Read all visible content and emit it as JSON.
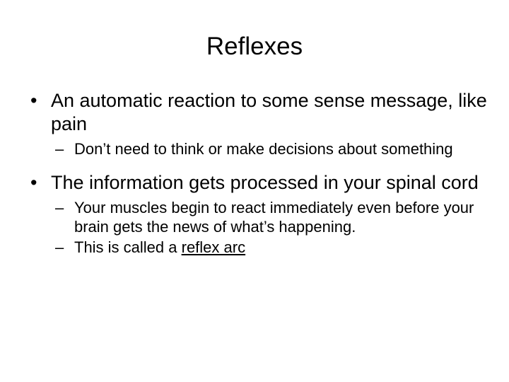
{
  "slide": {
    "title": "Reflexes",
    "background_color": "#ffffff",
    "text_color": "#000000",
    "bullet_glyph_level1": "•",
    "bullet_glyph_level2": "–",
    "blocks": [
      {
        "level": 1,
        "text": "An automatic reaction to some sense message, like pain"
      },
      {
        "level": 2,
        "text": "Don’t need to think or make decisions about something"
      },
      {
        "level": 1,
        "text": "The information gets processed in your spinal cord"
      },
      {
        "level": 2,
        "text": "Your muscles begin to react immediately even before your brain gets the news of what’s happening."
      },
      {
        "level": 2,
        "text_before_underline": "This is called a ",
        "underlined_text": "reflex arc"
      }
    ]
  }
}
